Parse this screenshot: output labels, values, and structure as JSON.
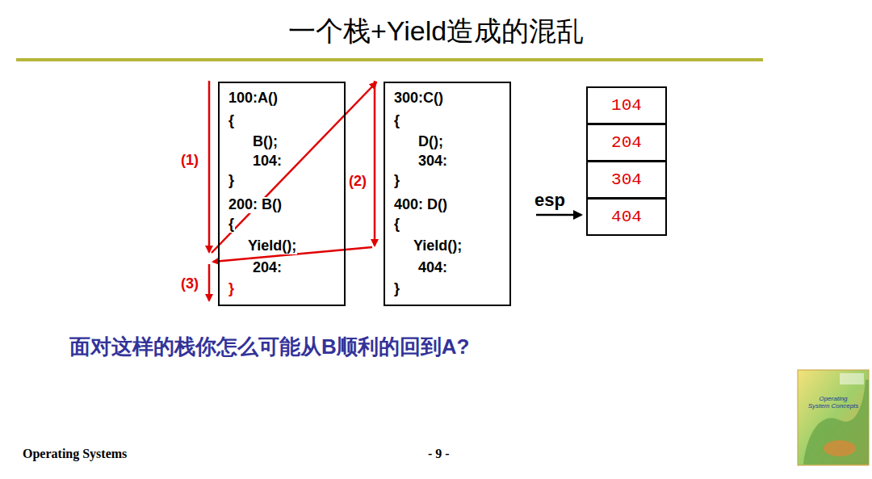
{
  "diagram": {
    "title": "一个栈+Yield造成的混乱",
    "nodes": [
      {
        "text": [
          "100:A()",
          "{",
          "B();",
          "104:",
          "}",
          "200: B()",
          "{",
          "Yield();",
          "204:",
          "}"
        ]
      },
      {
        "text": [
          "300:C()",
          "{",
          "D();",
          "304:",
          "}",
          "400: D()",
          "{",
          "Yield();",
          "404:",
          "}"
        ]
      },
      {
        "text": [
          "104"
        ]
      },
      {
        "text": [
          "204"
        ]
      },
      {
        "text": [
          "304"
        ]
      },
      {
        "text": [
          "404"
        ]
      }
    ],
    "labels": [
      "(1)",
      "(2)",
      "(3)",
      "esp",
      "面对这样的栈你怎么可能从B顺利的回到A?",
      "Operating Systems",
      "- 9 -",
      "Operating System Concepts"
    ]
  }
}
